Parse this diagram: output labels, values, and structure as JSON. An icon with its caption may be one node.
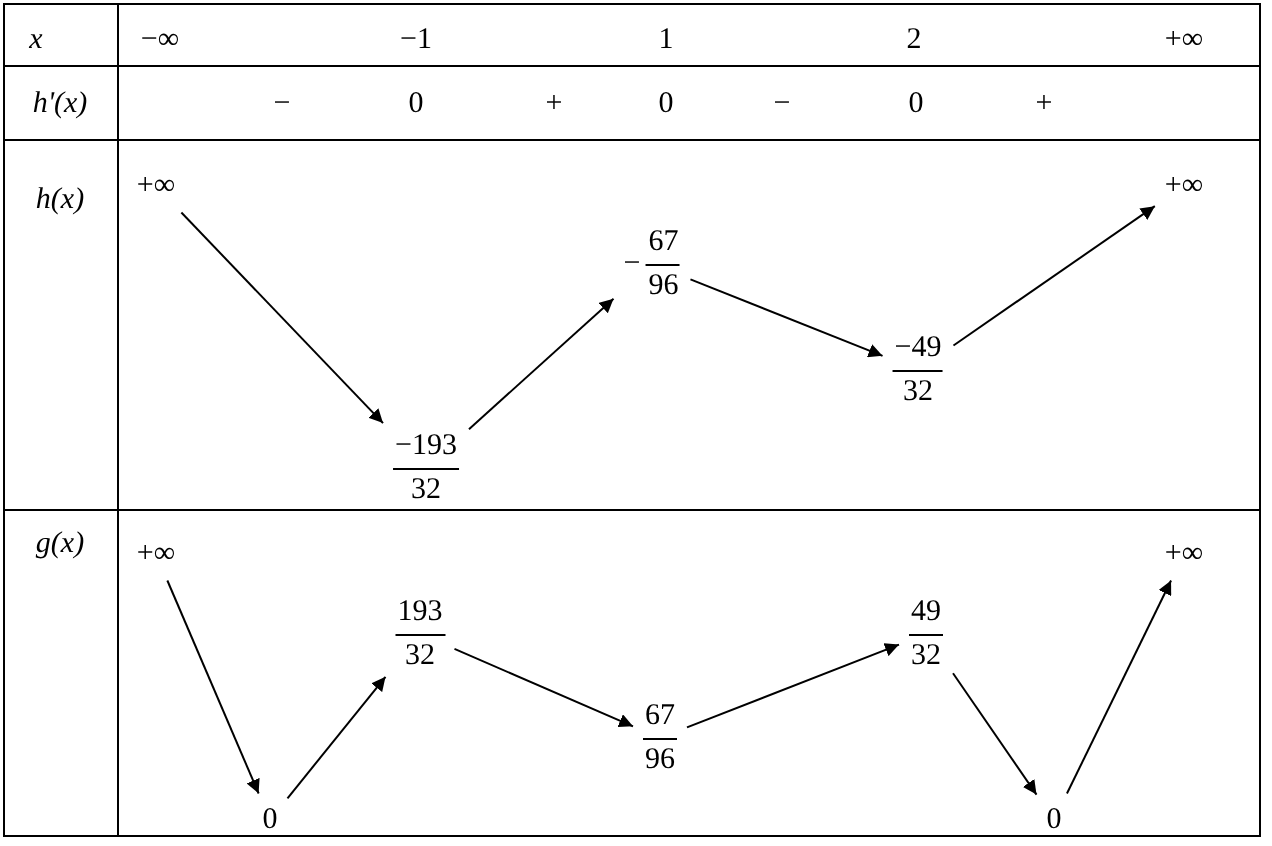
{
  "diagram": {
    "nodes": [
      {
        "text": [
          "+∞"
        ]
      },
      {
        "text": [
          "−193",
          "32"
        ]
      },
      {
        "text": [
          "−",
          "67",
          "96"
        ]
      },
      {
        "text": [
          "−49",
          "32"
        ]
      },
      {
        "text": [
          "+∞"
        ]
      },
      {
        "text": [
          "+∞"
        ]
      },
      {
        "text": [
          "0"
        ]
      },
      {
        "text": [
          "193",
          "32"
        ]
      },
      {
        "text": [
          "67",
          "96"
        ]
      },
      {
        "text": [
          "49",
          "32"
        ]
      },
      {
        "text": [
          "0"
        ]
      },
      {
        "text": [
          "+∞"
        ]
      }
    ],
    "edges": [
      {
        "from": 0,
        "to": 1,
        "arrow": "to"
      },
      {
        "from": 1,
        "to": 2,
        "arrow": "to"
      },
      {
        "from": 2,
        "to": 3,
        "arrow": "to"
      },
      {
        "from": 3,
        "to": 4,
        "arrow": "to"
      },
      {
        "from": 5,
        "to": 6,
        "arrow": "to"
      },
      {
        "from": 6,
        "to": 7,
        "arrow": "to"
      },
      {
        "from": 7,
        "to": 8,
        "arrow": "to"
      },
      {
        "from": 8,
        "to": 9,
        "arrow": "to"
      },
      {
        "from": 9,
        "to": 10,
        "arrow": "to"
      },
      {
        "from": 10,
        "to": 11,
        "arrow": "to"
      }
    ],
    "labels": [
      "x",
      "−∞",
      "−1",
      "1",
      "2",
      "+∞",
      "h'(x)",
      "−",
      "0",
      "+",
      "0",
      "−",
      "0",
      "+",
      "h(x)",
      "g(x)"
    ]
  }
}
